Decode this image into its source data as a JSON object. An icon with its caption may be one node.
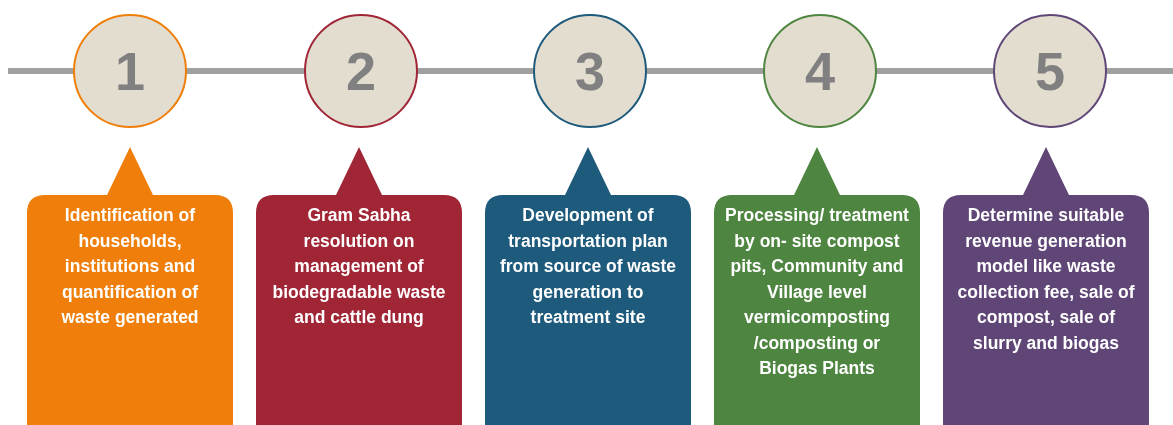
{
  "diagram": {
    "nodes": [
      {
        "text": [
          "1"
        ]
      },
      {
        "text": [
          "2"
        ]
      },
      {
        "text": [
          "3"
        ]
      },
      {
        "text": [
          "4"
        ]
      },
      {
        "text": [
          "5"
        ]
      },
      {
        "text": [
          "Identification of households, institutions and quantification of waste generated"
        ]
      },
      {
        "text": [
          "Gram Sabha resolution on management of biodegradable waste and cattle dung"
        ]
      },
      {
        "text": [
          "Development of transportation plan from source of waste generation to treatment site"
        ]
      },
      {
        "text": [
          "Processing/ treatment by on- site compost pits, Community and Village level vermicomposting /composting or Biogas Plants"
        ]
      },
      {
        "text": [
          "Determine suitable revenue generation model like waste collection fee, sale of compost, sale of slurry and biogas"
        ]
      }
    ]
  }
}
